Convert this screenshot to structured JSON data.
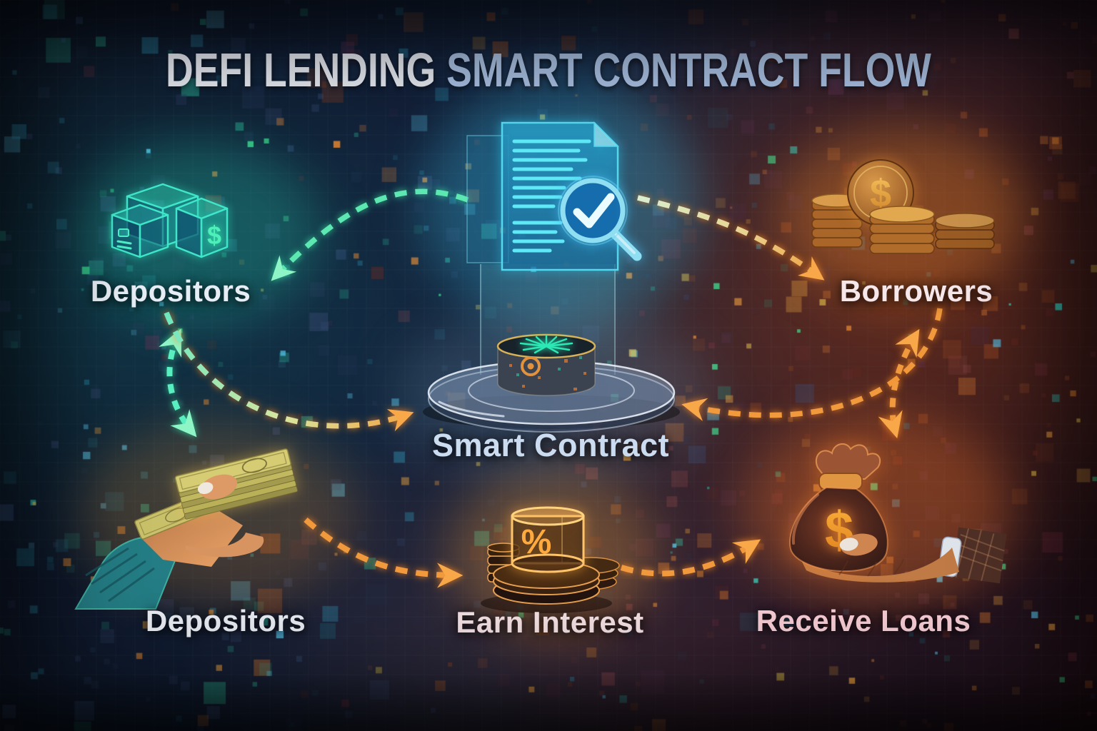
{
  "title": {
    "part1": "DEFI LENDING ",
    "part2": "SMART CONTRACT FLOW",
    "full": "DEFI LENDING SMART CONTRACT FLOW"
  },
  "nodes": {
    "depositors_top": {
      "label": "Depositors",
      "icon": "deposit-cubes-icon"
    },
    "contract_document": {
      "icon": "contract-document-icon"
    },
    "borrowers": {
      "label": "Borrowers",
      "icon": "coin-stacks-icon"
    },
    "smart_contract": {
      "label": "Smart Contract",
      "icon": "pedestal-hologram-icon"
    },
    "depositors_bottom": {
      "label": "Depositors",
      "icon": "hand-cash-icon"
    },
    "earn_interest": {
      "label": "Earn Interest",
      "icon": "percent-coins-icon"
    },
    "receive_loans": {
      "label": "Receive Loans",
      "icon": "money-bag-hand-icon"
    }
  },
  "glyphs": {
    "dollar": "$",
    "percent": "%"
  },
  "colors": {
    "arrow_green": "#58eab2",
    "arrow_orange": "#f09a3e",
    "glow_cyan": "#3fd2f0",
    "glow_teal": "#2ee0b0",
    "glow_orange": "#f08c30",
    "background_dark": "#0e1526"
  },
  "arrows": [
    {
      "id": "doc-to-depositors",
      "from": "contract_document",
      "to": "depositors_top",
      "color": "green",
      "style": "dashed",
      "bidirectional": false
    },
    {
      "id": "doc-to-borrowers",
      "from": "contract_document",
      "to": "borrowers",
      "color": "green-to-orange",
      "style": "dashed",
      "bidirectional": false
    },
    {
      "id": "depositors-hand-link",
      "from": "depositors_top",
      "to": "depositors_bottom",
      "color": "green",
      "style": "dashed",
      "bidirectional": true
    },
    {
      "id": "deposit-to-contract",
      "from": "depositors_bottom",
      "to": "smart_contract",
      "color": "green-to-orange",
      "style": "dashed",
      "bidirectional": false
    },
    {
      "id": "borrowers-to-contract",
      "from": "borrowers",
      "to": "smart_contract",
      "color": "orange",
      "style": "dashed",
      "bidirectional": false
    },
    {
      "id": "borrowers-bag-link",
      "from": "borrowers",
      "to": "receive_loans",
      "color": "orange",
      "style": "dashed",
      "bidirectional": true
    },
    {
      "id": "cash-to-interest",
      "from": "depositors_bottom",
      "to": "earn_interest",
      "color": "orange",
      "style": "dashed",
      "bidirectional": false
    },
    {
      "id": "interest-to-loans",
      "from": "earn_interest",
      "to": "receive_loans",
      "color": "orange",
      "style": "dashed",
      "bidirectional": false
    }
  ]
}
